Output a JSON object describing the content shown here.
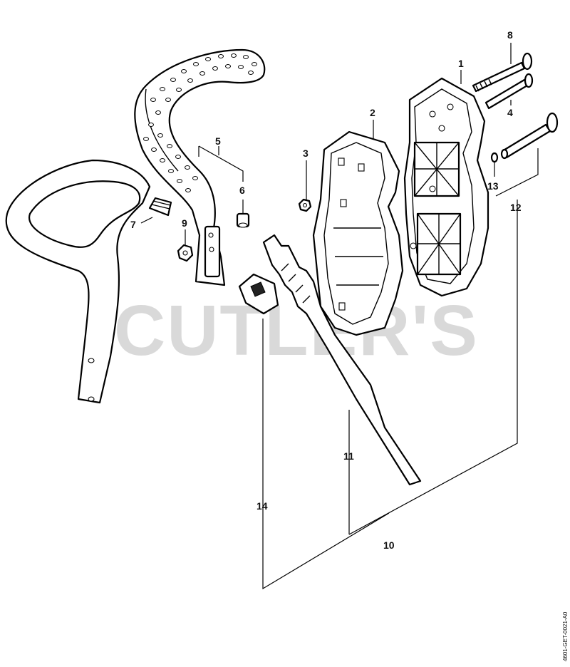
{
  "watermark": "CUTLER'S",
  "drawing_ref": "4601-GET-0021-A0",
  "callouts": [
    "1",
    "2",
    "3",
    "4",
    "5",
    "6",
    "7",
    "8",
    "9",
    "10",
    "11",
    "12",
    "13",
    "14"
  ]
}
